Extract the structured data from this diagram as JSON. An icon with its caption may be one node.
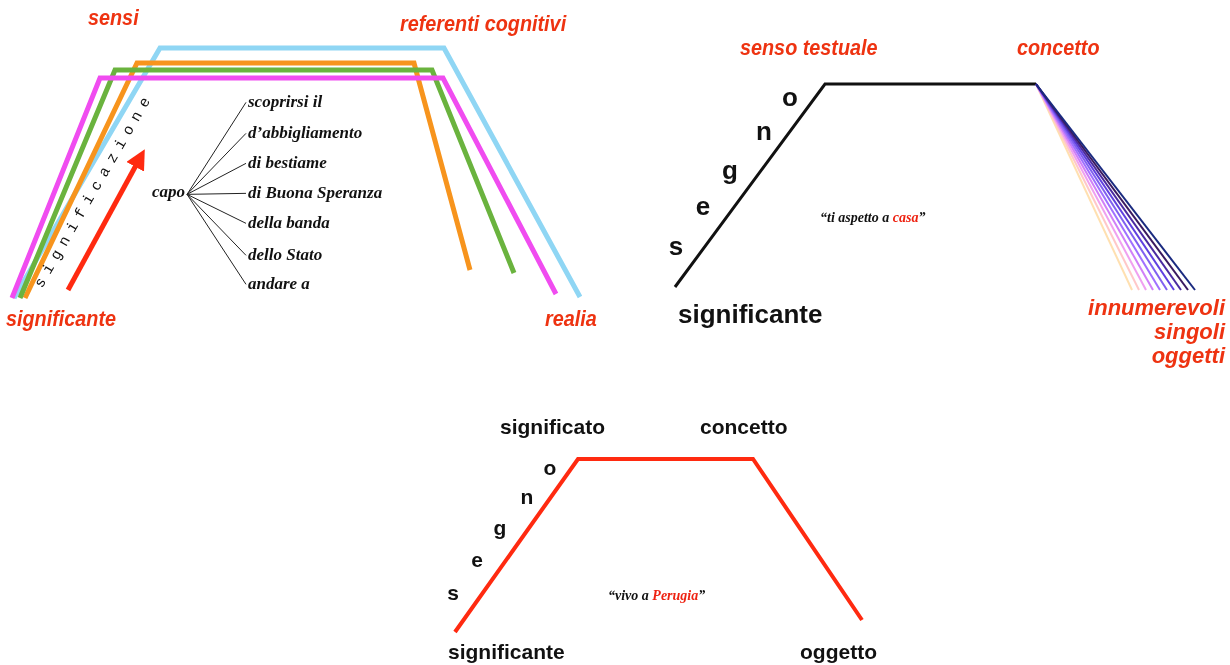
{
  "diagram": {
    "nodes": [
      {
        "text": [
          "capo"
        ]
      },
      {
        "text": [
          "scoprirsi il"
        ]
      },
      {
        "text": [
          "d’abbigliamento"
        ]
      },
      {
        "text": [
          "di bestiame"
        ]
      },
      {
        "text": [
          "di Buona Speranza"
        ]
      },
      {
        "text": [
          "della banda"
        ]
      },
      {
        "text": [
          "dello Stato"
        ]
      },
      {
        "text": [
          "andare a"
        ]
      }
    ],
    "edges": [
      {
        "from": 0,
        "to": 1,
        "arrow": "none"
      },
      {
        "from": 0,
        "to": 2,
        "arrow": "none"
      },
      {
        "from": 0,
        "to": 3,
        "arrow": "none"
      },
      {
        "from": 0,
        "to": 4,
        "arrow": "none"
      },
      {
        "from": 0,
        "to": 5,
        "arrow": "none"
      },
      {
        "from": 0,
        "to": 6,
        "arrow": "none"
      },
      {
        "from": 0,
        "to": 7,
        "arrow": "none"
      }
    ],
    "labels": [
      "sensi",
      "referenti cognitivi",
      "senso testuale",
      "concetto",
      "significazione",
      "segno",
      "“ti aspetto a **casa**”",
      "significante",
      "realia",
      "significante",
      "innumerevoli singoli oggetti",
      "significato",
      "concetto",
      "segno",
      "“vivo a **Perugia**”",
      "significante",
      "oggetto"
    ]
  }
}
